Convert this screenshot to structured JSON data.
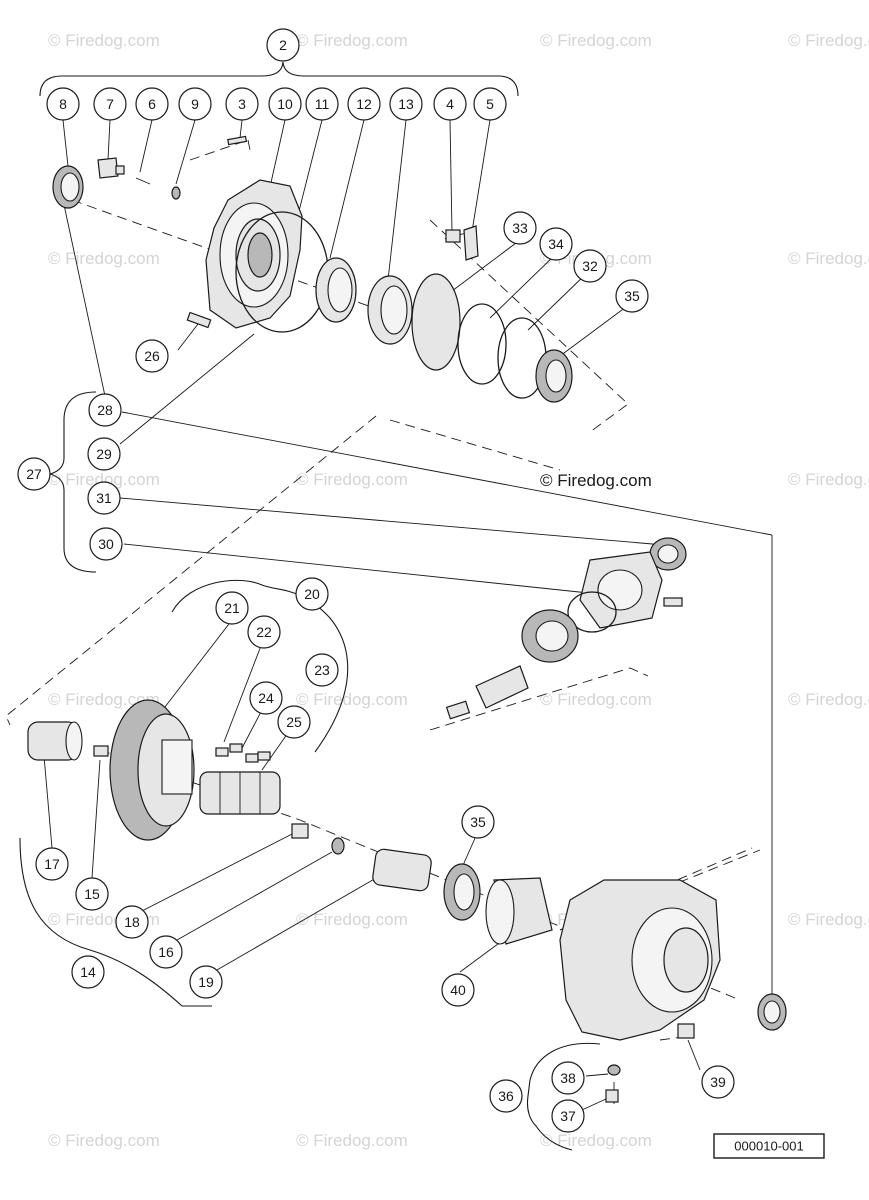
{
  "watermark": "© Firedog.com",
  "main_watermark": "© Firedog.com",
  "reference_code": "000010-001",
  "callouts": [
    "2",
    "3",
    "4",
    "5",
    "6",
    "7",
    "8",
    "9",
    "10",
    "11",
    "12",
    "13",
    "14",
    "15",
    "16",
    "17",
    "18",
    "19",
    "20",
    "21",
    "22",
    "23",
    "24",
    "25",
    "26",
    "27",
    "28",
    "29",
    "30",
    "31",
    "32",
    "33",
    "34",
    "35",
    "35",
    "36",
    "37",
    "38",
    "39",
    "40"
  ]
}
